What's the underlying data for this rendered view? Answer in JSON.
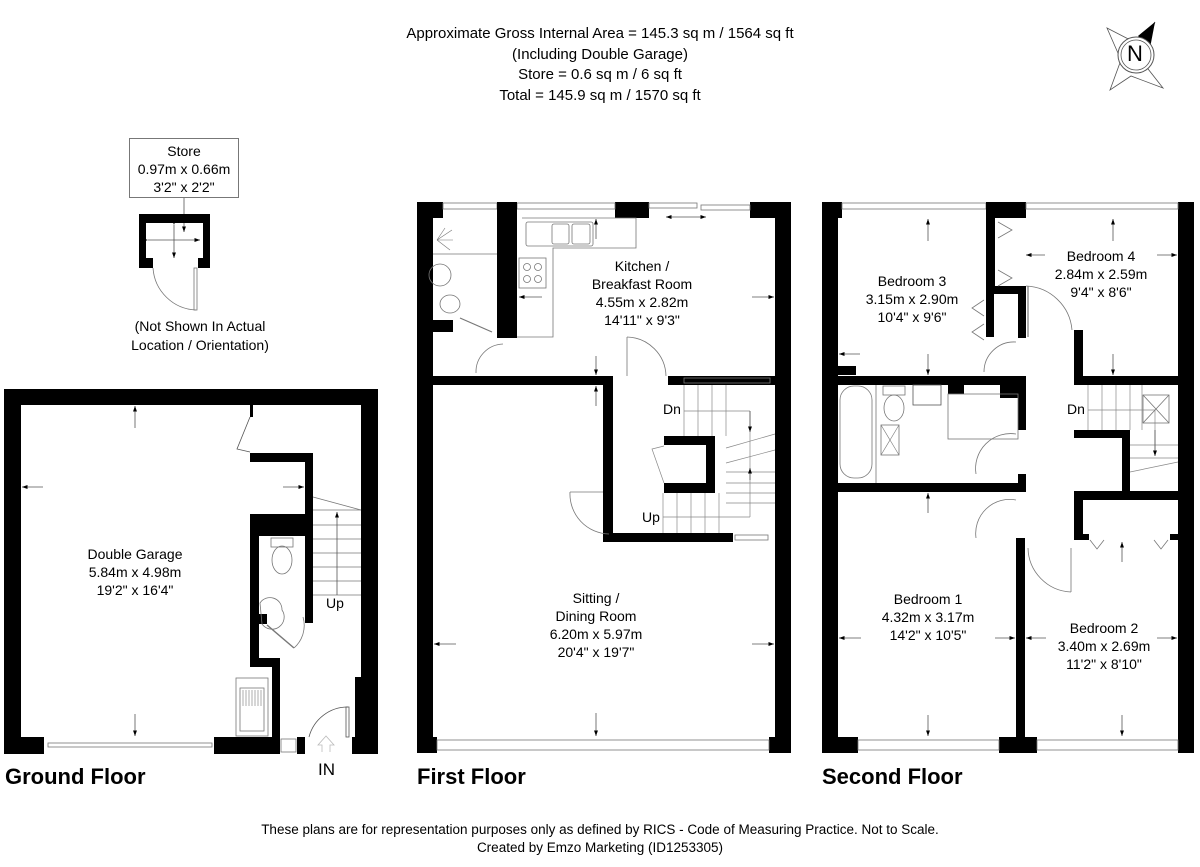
{
  "header": {
    "line1": "Approximate Gross Internal Area = 145.3 sq m / 1564 sq ft",
    "line2": "(Including Double Garage)",
    "line3": "Store = 0.6 sq m / 6 sq ft",
    "line4": "Total = 145.9 sq m / 1570 sq ft"
  },
  "compass": {
    "label": "N",
    "icon": "north-compass-icon"
  },
  "store": {
    "name": "Store",
    "metric": "0.97m x 0.66m",
    "imperial": "3'2\" x 2'2\"",
    "note_line1": "(Not Shown In Actual",
    "note_line2": "Location / Orientation)"
  },
  "floors": {
    "ground": {
      "title": "Ground Floor",
      "rooms": [
        {
          "name": "Double Garage",
          "metric": "5.84m x 4.98m",
          "imperial": "19'2\" x 16'4\""
        }
      ],
      "stairs_label": "Up",
      "entrance_label": "IN"
    },
    "first": {
      "title": "First Floor",
      "rooms": [
        {
          "name_line1": "Kitchen /",
          "name_line2": "Breakfast Room",
          "metric": "4.55m x 2.82m",
          "imperial": "14'11\" x 9'3\""
        },
        {
          "name_line1": "Sitting /",
          "name_line2": "Dining Room",
          "metric": "6.20m x 5.97m",
          "imperial": "20'4\" x 19'7\""
        }
      ],
      "stairs_down_label": "Dn",
      "stairs_up_label": "Up"
    },
    "second": {
      "title": "Second Floor",
      "rooms": [
        {
          "name": "Bedroom 3",
          "metric": "3.15m x 2.90m",
          "imperial": "10'4\" x 9'6\""
        },
        {
          "name": "Bedroom 4",
          "metric": "2.84m x 2.59m",
          "imperial": "9'4\" x 8'6\""
        },
        {
          "name": "Bedroom 1",
          "metric": "4.32m x 3.17m",
          "imperial": "14'2\" x 10'5\""
        },
        {
          "name": "Bedroom 2",
          "metric": "3.40m x 2.69m",
          "imperial": "11'2\" x 8'10\""
        }
      ],
      "stairs_down_label": "Dn"
    }
  },
  "footer": {
    "line1": "These plans are for representation purposes only as defined by RICS - Code of Measuring Practice. Not to Scale.",
    "line2": "Created by Emzo Marketing (ID1253305)"
  },
  "colors": {
    "wall": "#000000",
    "line": "#555555",
    "background": "#ffffff"
  }
}
